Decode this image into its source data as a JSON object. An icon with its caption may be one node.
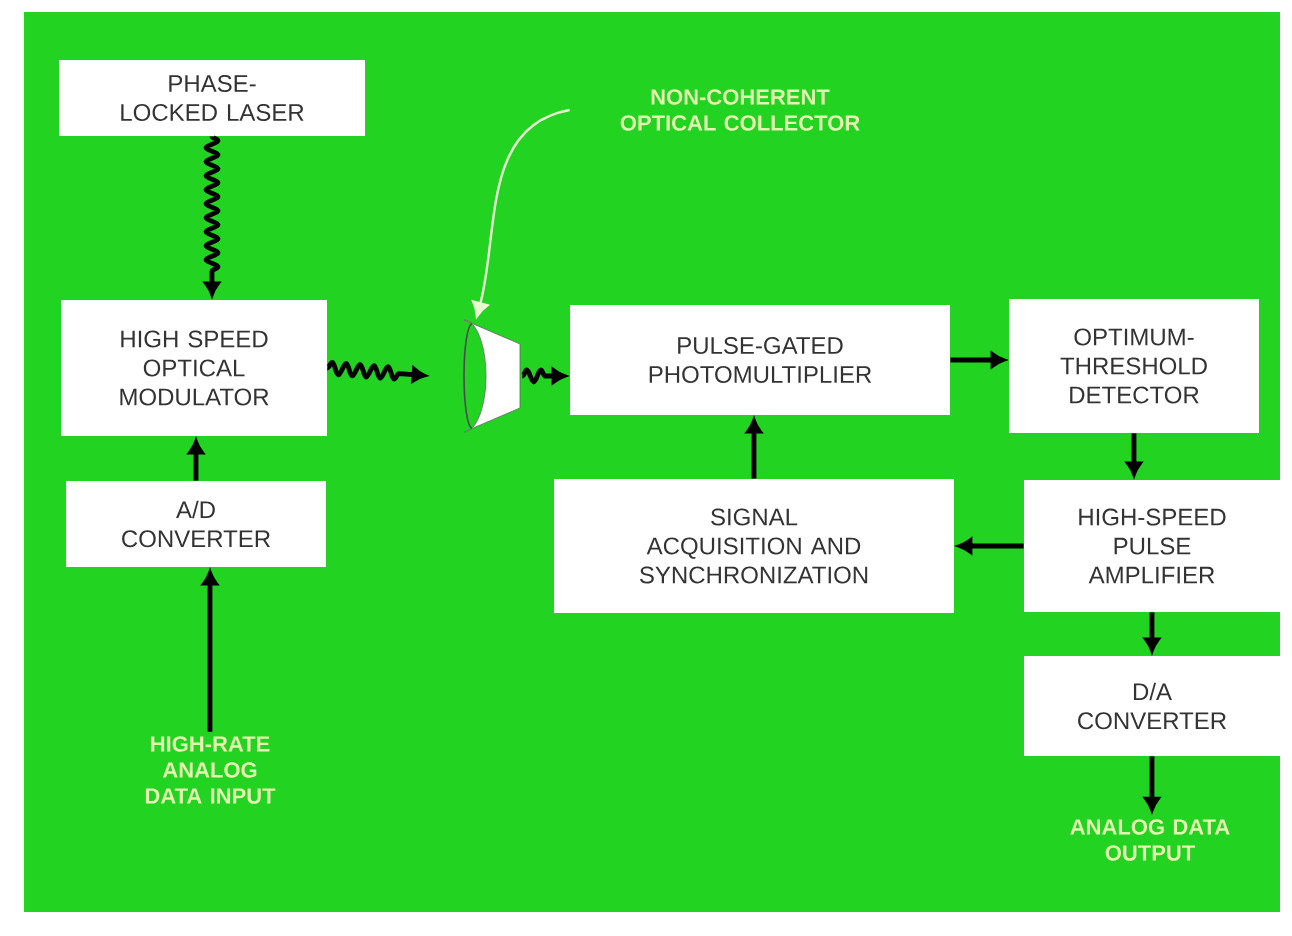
{
  "diagram": {
    "nodes": [
      {
        "text": [
          "PHASE-LOCKED LASER"
        ]
      },
      {
        "text": [
          "HIGH SPEED OPTICAL MODULATOR"
        ]
      },
      {
        "text": [
          "A/D CONVERTER"
        ]
      },
      {
        "text": [
          "HIGH-RATE ANALOG DATA INPUT"
        ]
      },
      {
        "text": [],
        "shape": "picture"
      },
      {
        "text": [
          "NON-COHERENT OPTICAL COLLECTOR"
        ]
      },
      {
        "text": [
          "PULSE-GATED PHOTOMULTIPLIER"
        ]
      },
      {
        "text": [
          "OPTIMUM-THRESHOLD DETECTOR"
        ]
      },
      {
        "text": [
          "SIGNAL ACQUISITION AND SYNCHRONIZATION"
        ]
      },
      {
        "text": [
          "HIGH-SPEED PULSE AMPLIFIER"
        ]
      },
      {
        "text": [
          "D/A CONVERTER"
        ]
      },
      {
        "text": [
          "ANALOG DATA OUTPUT"
        ]
      }
    ],
    "edges": [
      {
        "from": 0,
        "to": 1,
        "arrow": "to"
      },
      {
        "from": 3,
        "to": 2,
        "arrow": "to"
      },
      {
        "from": 2,
        "to": 1,
        "arrow": "to"
      },
      {
        "from": 1,
        "to": 4,
        "arrow": "to"
      },
      {
        "from": 5,
        "to": 4,
        "arrow": "to",
        "color": "#e8f8d0"
      },
      {
        "from": 4,
        "to": 6,
        "arrow": "to"
      },
      {
        "from": 6,
        "to": 7,
        "arrow": "to"
      },
      {
        "from": 7,
        "to": 9,
        "arrow": "to"
      },
      {
        "from": 9,
        "to": 8,
        "arrow": "to"
      },
      {
        "from": 8,
        "to": 6,
        "arrow": "to"
      },
      {
        "from": 9,
        "to": 10,
        "arrow": "to"
      },
      {
        "from": 10,
        "to": 11,
        "arrow": "to"
      }
    ]
  }
}
